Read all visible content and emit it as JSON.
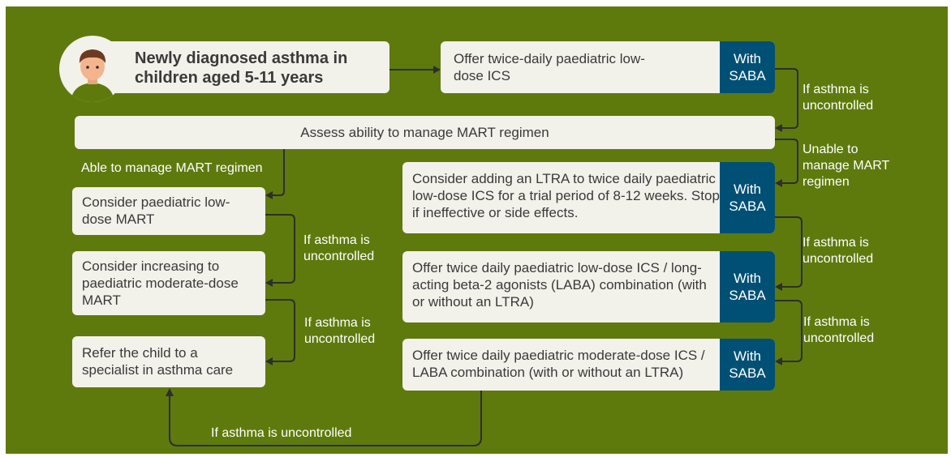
{
  "start": {
    "title": "Newly diagnosed asthma in children aged 5-11 years",
    "icon": "child-avatar-icon"
  },
  "offer_low_dose": {
    "text": "Offer twice-daily paediatric low-dose ICS",
    "tag": "With SABA"
  },
  "assess": {
    "text": "Assess ability to manage MART regimen"
  },
  "labels": {
    "uncontrolled_1": "If asthma is uncontrolled",
    "unable_mart": "Unable to manage MART regimen",
    "able_mart": "Able to manage MART regimen",
    "uncontrolled_left_1": "If asthma is uncontrolled",
    "uncontrolled_left_2": "If asthma is uncontrolled",
    "uncontrolled_right_1": "If asthma is uncontrolled",
    "uncontrolled_right_2": "If asthma is uncontrolled",
    "uncontrolled_bottom": "If asthma is uncontrolled"
  },
  "left_path": {
    "step1": "Consider paediatric low-dose MART",
    "step2": "Consider increasing to paediatric moderate-dose MART",
    "step3": "Refer the child to a specialist in asthma care"
  },
  "right_path": {
    "step1": {
      "text": "Consider adding an LTRA to twice daily paediatric low-dose ICS for a trial period of 8-12 weeks. Stop if ineffective or side effects.",
      "tag": "With SABA"
    },
    "step2": {
      "text": "Offer twice daily paediatric low-dose ICS / long-acting beta-2 agonists (LABA) combination (with or without an LTRA)",
      "tag": "With SABA"
    },
    "step3": {
      "text": "Offer twice daily paediatric moderate-dose ICS / LABA combination (with or without an LTRA)",
      "tag": "With SABA"
    }
  },
  "colors": {
    "background": "#5e7a0d",
    "box": "#f2f1ea",
    "saba": "#005075",
    "arrow": "#2e2e2e"
  }
}
